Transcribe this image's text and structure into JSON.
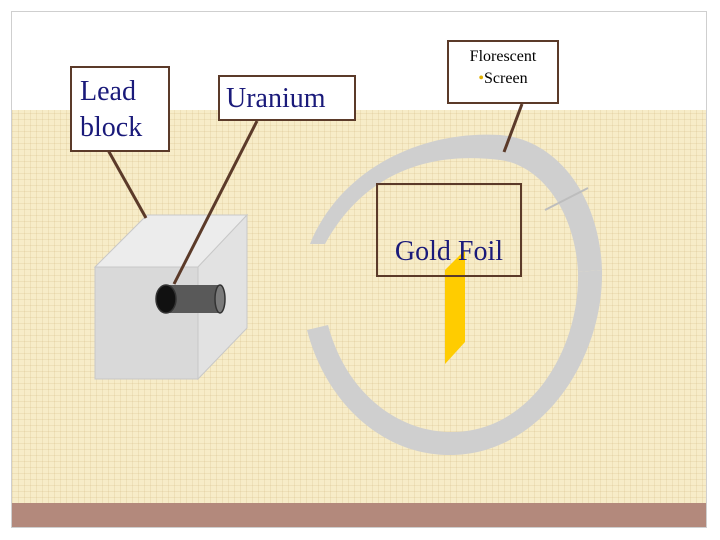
{
  "labels": {
    "lead_block": [
      "Lead",
      "block"
    ],
    "uranium": "Uranium",
    "florescent": "Florescent",
    "screen": "Screen",
    "screen_bullet": "•",
    "gold_foil": "Gold Foil"
  },
  "colors": {
    "background_texture": "#f7ecc8",
    "footer": "#b3897c",
    "label_text": "#1a1a7a",
    "callout_border": "#5b3a29",
    "lead_block": "#d9d9d9",
    "uranium_tube": "#595959",
    "screen": "#cfcfcf",
    "gold_foil": "#ffcc00"
  }
}
